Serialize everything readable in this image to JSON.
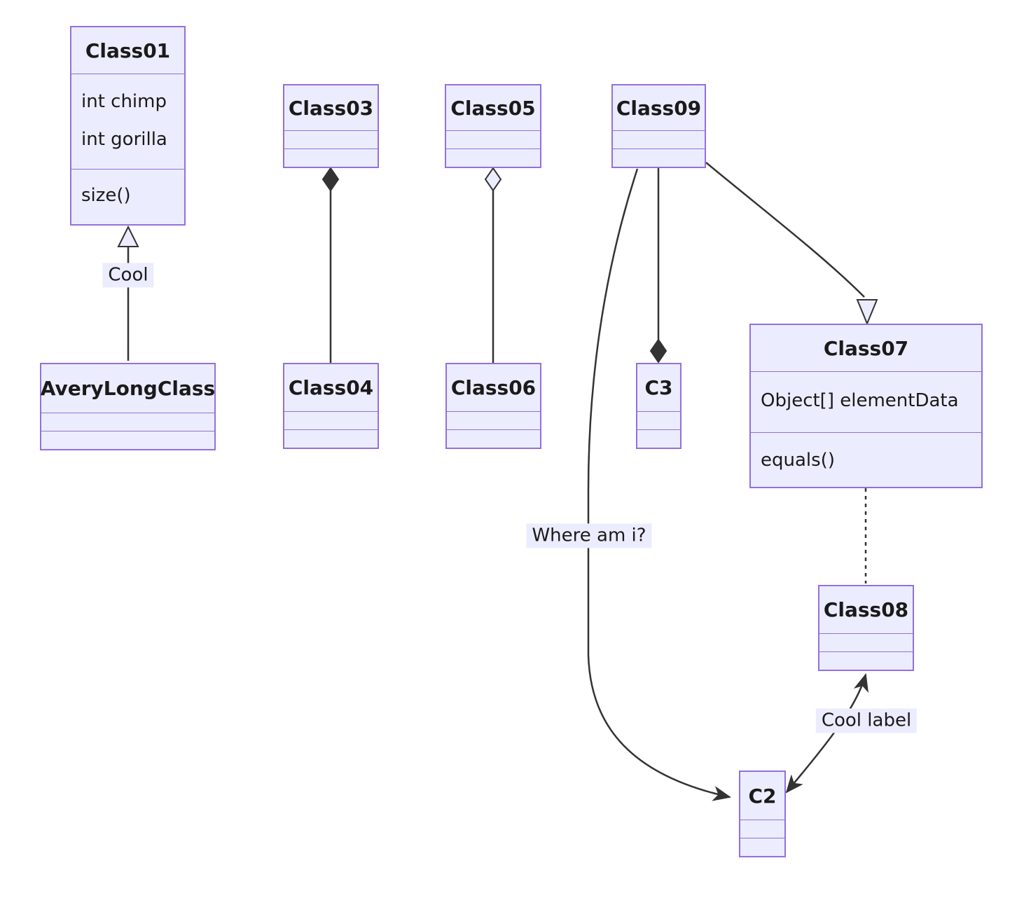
{
  "diagram": {
    "type": "uml-class-diagram",
    "classes": {
      "class01": {
        "title": "Class01",
        "attributes": [
          "int chimp",
          "int gorilla"
        ],
        "methods": [
          "size()"
        ]
      },
      "averyLongClass": {
        "title": "AveryLongClass",
        "attributes": [],
        "methods": []
      },
      "class03": {
        "title": "Class03",
        "attributes": [],
        "methods": []
      },
      "class04": {
        "title": "Class04",
        "attributes": [],
        "methods": []
      },
      "class05": {
        "title": "Class05",
        "attributes": [],
        "methods": []
      },
      "class06": {
        "title": "Class06",
        "attributes": [],
        "methods": []
      },
      "class09": {
        "title": "Class09",
        "attributes": [],
        "methods": []
      },
      "c3": {
        "title": "C3",
        "attributes": [],
        "methods": []
      },
      "class07": {
        "title": "Class07",
        "attributes": [
          "Object[] elementData"
        ],
        "methods": [
          "equals()"
        ]
      },
      "class08": {
        "title": "Class08",
        "attributes": [],
        "methods": []
      },
      "c2": {
        "title": "C2",
        "attributes": [],
        "methods": []
      }
    },
    "edge_labels": {
      "inheritance_cool": "Cool",
      "where_am_i": "Where am i?",
      "cool_label": "Cool label"
    },
    "relationships": [
      {
        "from": "AveryLongClass",
        "to": "Class01",
        "type": "inheritance",
        "label": "Cool"
      },
      {
        "from": "Class03",
        "to": "Class04",
        "type": "composition"
      },
      {
        "from": "Class05",
        "to": "Class06",
        "type": "aggregation"
      },
      {
        "from": "Class09",
        "to": "C3",
        "type": "composition"
      },
      {
        "from": "Class09",
        "to": "Class07",
        "type": "inheritance"
      },
      {
        "from": "Class09",
        "to": "C2",
        "type": "arrow",
        "label": "Where am i?"
      },
      {
        "from": "Class07",
        "to": "Class08",
        "type": "dashed-link"
      },
      {
        "from": "Class08",
        "to": "C2",
        "type": "bidirectional-arrow",
        "label": "Cool label"
      }
    ],
    "colors": {
      "node_fill": "#ECECFF",
      "node_border": "#9370DB",
      "edge_color": "#333333",
      "text_color": "#1a1a1a",
      "label_bg": "#ECECFF"
    }
  }
}
